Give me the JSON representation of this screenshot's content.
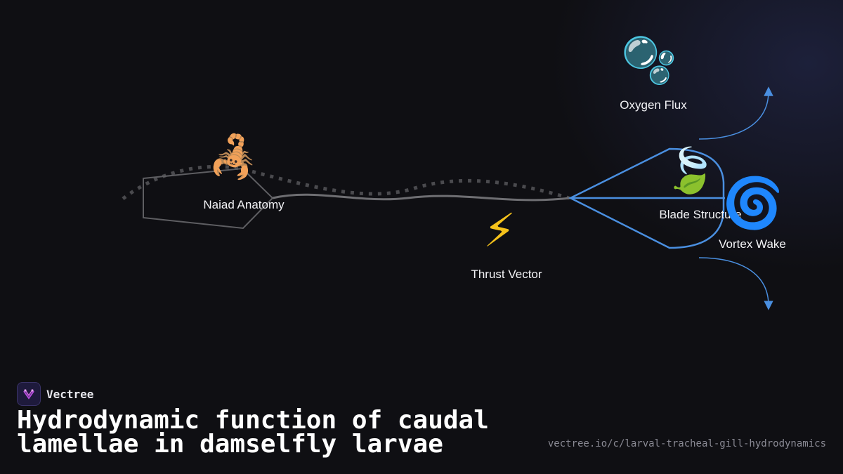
{
  "colors": {
    "background": "#0f0f13",
    "blue_accent": "#4a8fe0",
    "gray_line": "#6e6e72",
    "dotted_line": "#4a4a4e"
  },
  "nodes": {
    "naiad": {
      "emoji": "🦂",
      "label": "Naiad Anatomy",
      "icon": "scorpion-icon"
    },
    "thrust": {
      "emoji": "⚡",
      "label": "Thrust Vector",
      "icon": "lightning-icon"
    },
    "oxygen": {
      "emoji": "🫧",
      "label": "Oxygen Flux",
      "icon": "bubbles-icon"
    },
    "blade": {
      "emoji": "🍃",
      "label": "Blade Structure",
      "icon": "leaf-icon"
    },
    "vortex": {
      "emoji": "🌀",
      "label": "Vortex Wake",
      "icon": "cyclone-icon"
    }
  },
  "brand": {
    "name": "Vectree",
    "icon": "vectree-logo-icon"
  },
  "title": "Hydrodynamic function of caudal lamellae in damselfly larvae",
  "url": "vectree.io/c/larval-tracheal-gill-hydrodynamics"
}
